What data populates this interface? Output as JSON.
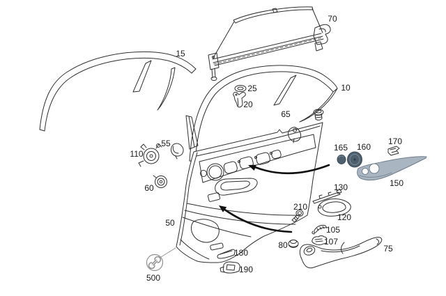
{
  "diagram": {
    "part_labels": {
      "p10": "10",
      "p15": "15",
      "p20": "20",
      "p25": "25",
      "p50": "50",
      "p55": "55",
      "p60": "60",
      "p65": "65",
      "p70": "70",
      "p75": "75",
      "p80": "80",
      "p105": "105",
      "p107": "107",
      "p110": "110",
      "p120": "120",
      "p130": "130",
      "p150": "150",
      "p160": "160",
      "p165": "165",
      "p170": "170",
      "p180": "180",
      "p190": "190",
      "p210": "210",
      "p500": "500"
    },
    "colors": {
      "background": "#ffffff",
      "line": "#2f2f2f",
      "label_text": "#1a1a1a",
      "trim_panel_fill": "#a9b6c2",
      "trim_panel_edge": "#6e7d8b",
      "disc_fill": "#4e5f6d",
      "disc_ring": "#7d8d9a",
      "arrow": "#101010",
      "tool_icon_gray": "#8f8f8f"
    },
    "icons": {
      "wrench_icon_glyph": "open-end wrench in circle"
    }
  }
}
